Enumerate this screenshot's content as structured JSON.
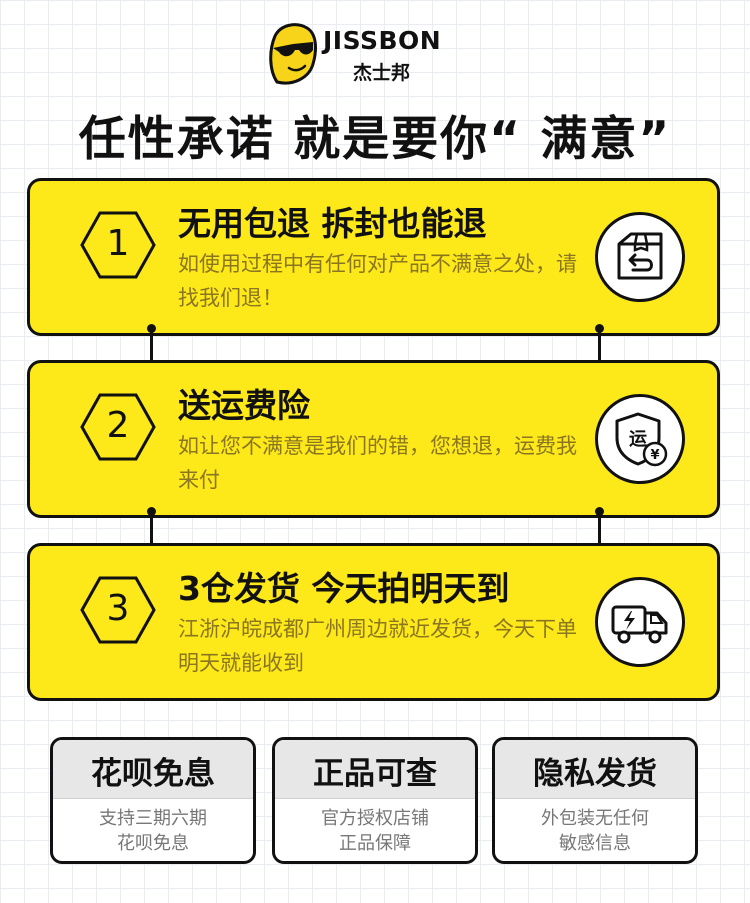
{
  "brand": {
    "name_en": "JISSBON",
    "name_cn": "杰士邦"
  },
  "headline": "任性承诺  就是要你“ 满意”",
  "promises": [
    {
      "number": "1",
      "title": "无用包退  拆封也能退",
      "desc": "如使用过程中有任何对产品不满意之处，请找我们退！",
      "icon": "return-box-icon"
    },
    {
      "number": "2",
      "title": "送运费险",
      "desc": "如让您不满意是我们的错，您想退，运费我来付",
      "icon": "shipping-insurance-shield-icon"
    },
    {
      "number": "3",
      "title": "3仓发货  今天拍明天到",
      "desc": "江浙沪皖成都广州周边就近发货，今天下单明天就能收到",
      "icon": "delivery-truck-icon"
    }
  ],
  "features": [
    {
      "title": "花呗免息",
      "line1": "支持三期六期",
      "line2": "花呗免息"
    },
    {
      "title": "正品可查",
      "line1": "官方授权店铺",
      "line2": "正品保障"
    },
    {
      "title": "隐私发货",
      "line1": "外包装无任何",
      "line2": "敏感信息"
    }
  ],
  "colors": {
    "accent_yellow": "#fde919",
    "outline": "#111111",
    "desc_text": "#8a7520",
    "feature_header_bg": "#e7e7e7"
  }
}
